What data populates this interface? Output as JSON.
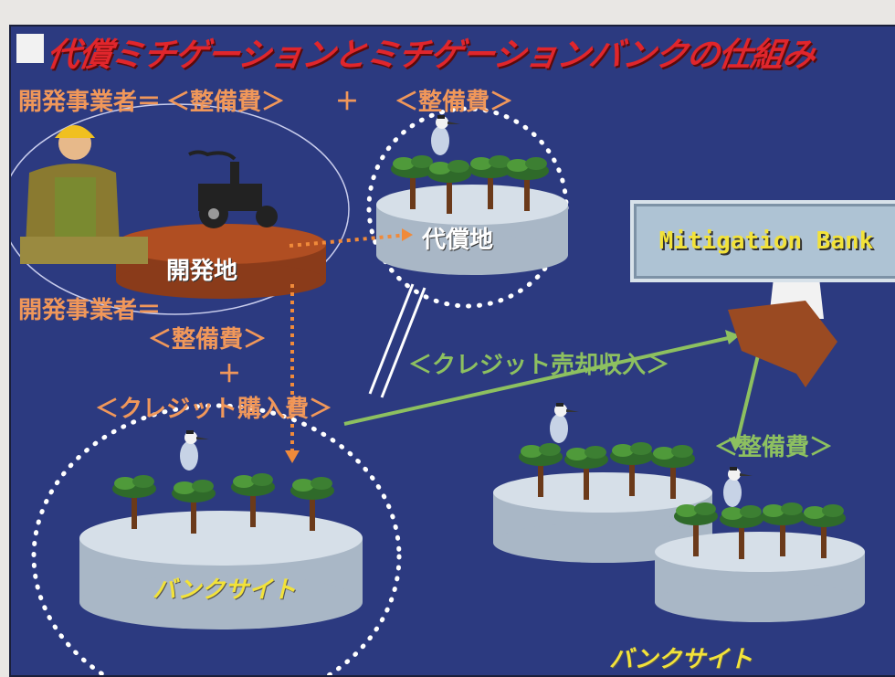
{
  "title": "代償ミチゲーションとミチゲーションバンクの仕組み",
  "top_formula": {
    "lhs": "開発事業者＝",
    "term1": "＜整備費＞",
    "plus": "＋",
    "term2": "＜整備費＞"
  },
  "dev_site_label": "開発地",
  "compensation_site_label": "代償地",
  "mid_formula": {
    "lhs": "開発事業者＝",
    "term1": "＜整備費＞",
    "plus": "＋",
    "term2": "＜クレジット購入費＞"
  },
  "credit_sale_label": "＜クレジット売却収入＞",
  "bank_name": "Mitigation Bank",
  "bank_cost_label": "＜整備費＞",
  "bank_site_label_left": "バンクサイト",
  "bank_site_label_right": "バンクサイト",
  "colors": {
    "background": "#2c3a80",
    "title": "#e0262c",
    "orange": "#f0975a",
    "green": "#8dc060",
    "yellow": "#f2e23a"
  }
}
